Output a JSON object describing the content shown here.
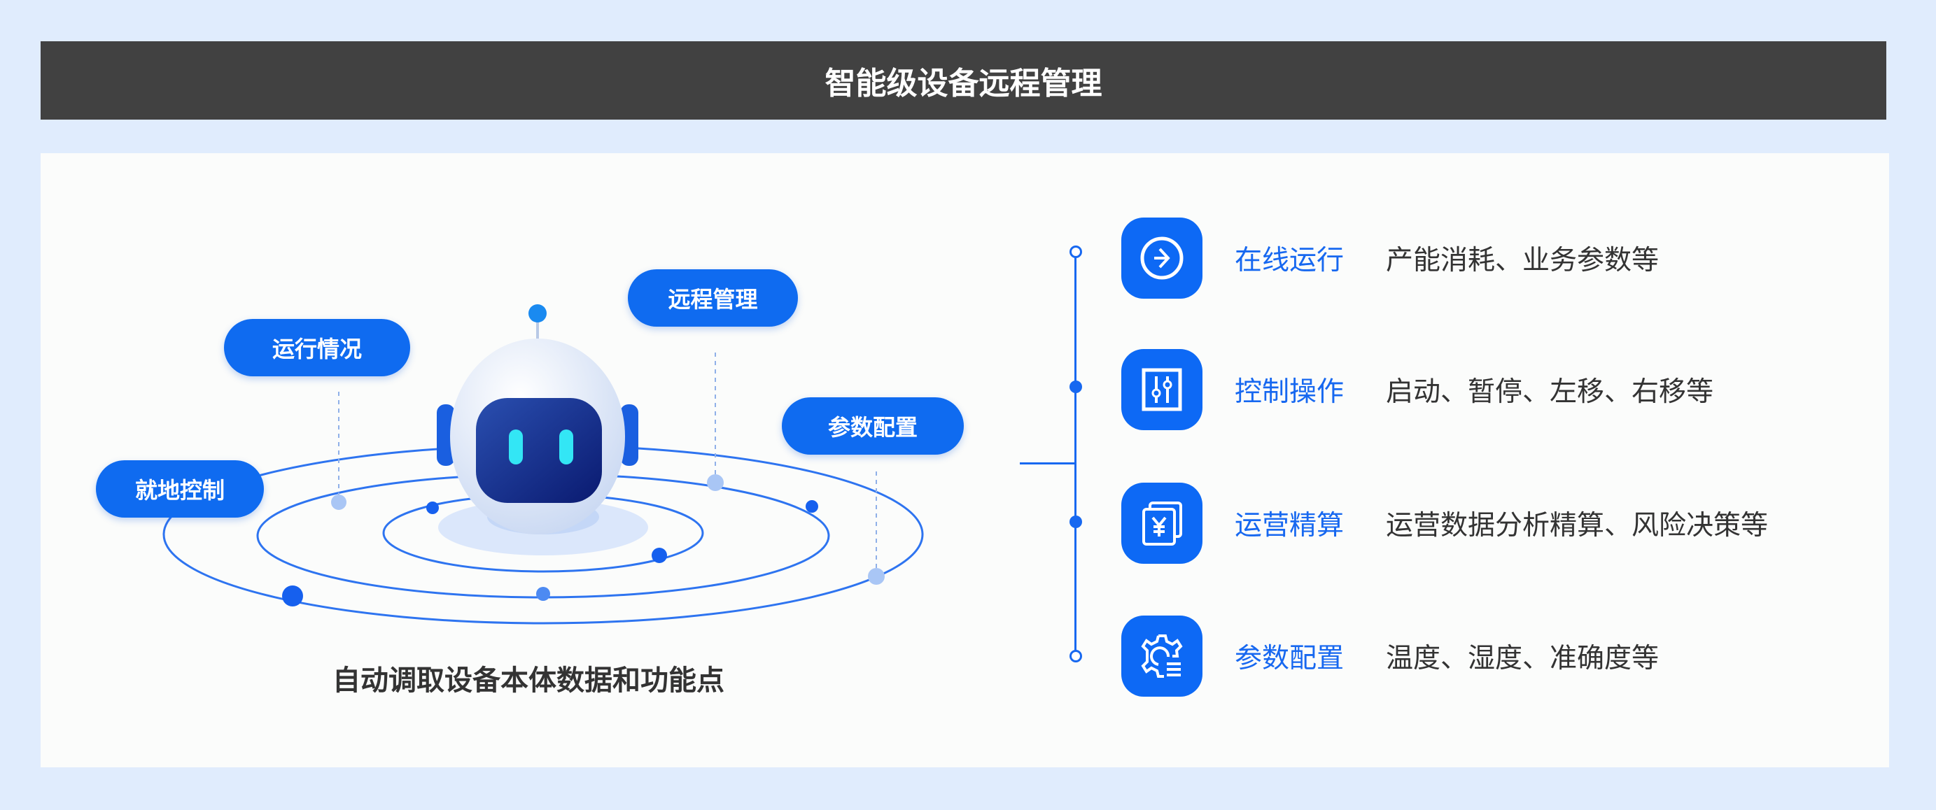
{
  "header": {
    "title": "智能级设备远程管理"
  },
  "illustration": {
    "bubbles": [
      "运行情况",
      "远程管理",
      "参数配置",
      "就地控制"
    ],
    "caption": "自动调取设备本体数据和功能点"
  },
  "features": [
    {
      "title": "在线运行",
      "desc": "产能消耗、业务参数等",
      "icon": "arrow-circle-icon"
    },
    {
      "title": "控制操作",
      "desc": "启动、暂停、左移、右移等",
      "icon": "sliders-icon"
    },
    {
      "title": "运营精算",
      "desc": "运营数据分析精算、风险决策等",
      "icon": "yuan-document-icon"
    },
    {
      "title": "参数配置",
      "desc": "温度、湿度、准确度等",
      "icon": "gear-list-icon"
    }
  ],
  "colors": {
    "accent": "#0d69f5",
    "header": "#414141",
    "background": "#e0ecfd"
  }
}
